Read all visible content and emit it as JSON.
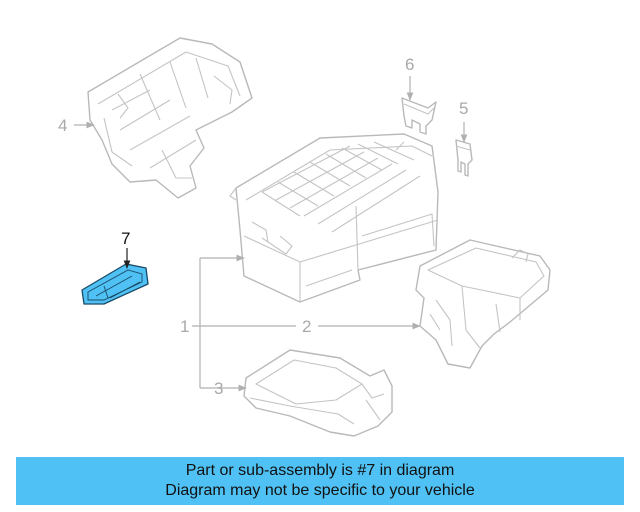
{
  "diagram": {
    "callouts": [
      "1",
      "2",
      "3",
      "4",
      "5",
      "6",
      "7"
    ],
    "highlighted_callout": "7",
    "highlight_color": "#4fc1f4",
    "banner_color": "#4fc1f4"
  },
  "banner": {
    "line1": "Part or sub-assembly is #7 in diagram",
    "line2": "Diagram may not be specific to your vehicle"
  }
}
